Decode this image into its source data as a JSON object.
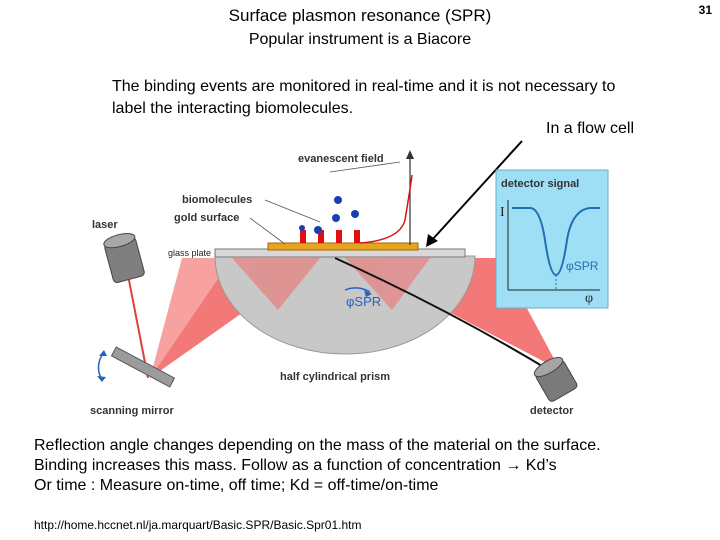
{
  "slide": {
    "title": "Surface plasmon resonance (SPR)",
    "subtitle": "Popular instrument is a Biacore",
    "page_number": "31",
    "intro_text": "The binding events are monitored in real-time and it is not necessary to label the interacting biomolecules.",
    "flow_cell_label": "In a flow cell",
    "bottom_lines": [
      "Reflection angle changes depending on the mass of the material on the surface.",
      "Binding increases this mass. Follow as a function of concentration → Kd’s",
      "Or time : Measure on-time, off time; Kd = off-time/on-time"
    ],
    "source_url": "http://home.hccnet.nl/ja.marquart/Basic.SPR/Basic.Spr01.htm"
  },
  "diagram": {
    "labels": {
      "evanescent_field": "evanescent field",
      "biomolecules": "biomolecules",
      "gold_surface": "gold surface",
      "laser": "laser",
      "glass_plate": "glass plate",
      "phi_spr": "φSPR",
      "half_prism": "half cylindrical prism",
      "scanning_mirror": "scanning mirror",
      "detector": "detector",
      "detector_signal": "detector signal",
      "axis_I": "I",
      "axis_phi": "φ",
      "signal_phi_spr": "φSPR"
    },
    "colors": {
      "beam": "#f26b6b",
      "gold": "#e8a41e",
      "prism": "#c8c8c8",
      "signal_bg": "#9fdff5",
      "signal_curve": "#2070b0"
    }
  }
}
